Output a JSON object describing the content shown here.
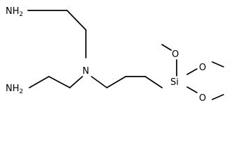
{
  "molecule": {
    "atoms": {
      "amine_top": {
        "element": "N",
        "h": "H",
        "h_count": "2"
      },
      "amine_bottom": {
        "element": "N",
        "h": "H",
        "h_count": "2"
      },
      "central_nitrogen": "N",
      "silicon": "Si",
      "oxygen_upper": "O",
      "oxygen_right": "O",
      "oxygen_lower": "O"
    },
    "colors": {
      "bond": "#000000",
      "label": "#000000",
      "background": "#ffffff"
    }
  }
}
